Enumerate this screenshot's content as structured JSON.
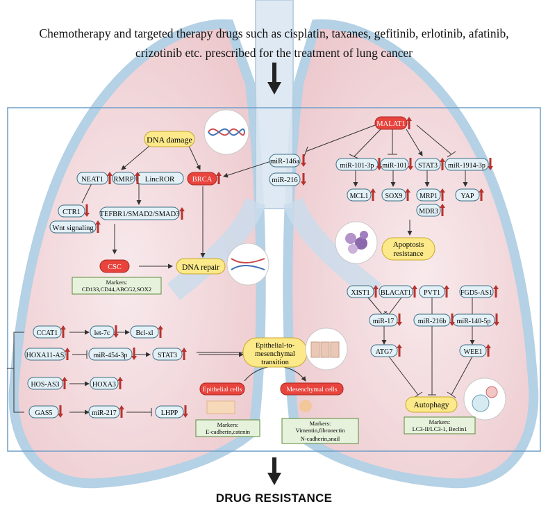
{
  "header": {
    "line1": "Chemotherapy and targeted therapy drugs such as cisplatin, taxanes, gefitinib, erlotinib, afatinib,",
    "line2": "crizotinib etc. prescribed for the treatment of lung cancer"
  },
  "footer": "DRUG RESISTANCE",
  "nodes": {
    "dna_damage": "DNA damage",
    "neat1": "NEAT1",
    "rmrp": "RMRP",
    "lincror": "LincROR",
    "brca": "BRCA",
    "ctr1": "CTR1",
    "wnt": "Wnt signaling",
    "tefbr1": "TEFBR1/SMAD2/SMAD3",
    "csc": "CSC",
    "dna_repair": "DNA repair",
    "csc_markers_title": "Markers:",
    "csc_markers": "CD133,CD44,ABCG2,SOX2",
    "mir146a": "miR-146a",
    "mir216": "miR-216",
    "malat1": "MALAT1",
    "mir101_3p": "miR-101-3p",
    "mir101": "miR-101",
    "stat3_top": "STAT3",
    "mir1914": "miR-1914-3p",
    "mcl1": "MCL1",
    "sox9": "SOX9",
    "mrp1": "MRP1",
    "mdr3": "MDR3",
    "yap": "YAP",
    "apoptosis_l1": "Apoptosis",
    "apoptosis_l2": "resistance",
    "ccat1": "CCAT1",
    "let7c": "let-7c",
    "bclxl": "Bcl-xl",
    "hoxa11as": "HOXA11-AS",
    "mir454": "miR-454-3p",
    "stat3_bot": "STAT3",
    "hosas3": "HOS-AS3",
    "hoxa3": "HOXA3",
    "gas5": "GAS5",
    "mir217": "miR-217",
    "lhpp": "LHPP",
    "emt_l1": "Epithelial-to-",
    "emt_l2": "mesenchymal",
    "emt_l3": "transition",
    "epithelial": "Epithelial cells",
    "mesenchymal": "Mesenchymal cells",
    "epi_markers_title": "Markers:",
    "epi_markers": "E-cadherin,catenin",
    "mes_markers_title": "Markers:",
    "mes_markers_l1": "Vimentin,fibronectin",
    "mes_markers_l2": "N-cadherin,snail",
    "xist1": "XIST1",
    "blacat1": "BLACAT1",
    "pvt1": "PVT1",
    "fgd5": "FGD5-AS1",
    "mir17": "miR-17",
    "mir216b": "miR-216b",
    "mir140": "miR-140-5p",
    "atg7": "ATG7",
    "wee1": "WEE1",
    "autophagy": "Autophagy",
    "auto_markers_title": "Markers:",
    "auto_markers": "LC3-II/LC3-1,  Beclin1"
  },
  "colors": {
    "node_fill": "#e3f1f7",
    "node_stroke": "#3d6f86",
    "yellow": "#fbe98a",
    "red_node": "#e8433c",
    "green_box": "#e7f2dc",
    "arrow_red": "#b8322d",
    "frame": "#6f9fc9"
  }
}
